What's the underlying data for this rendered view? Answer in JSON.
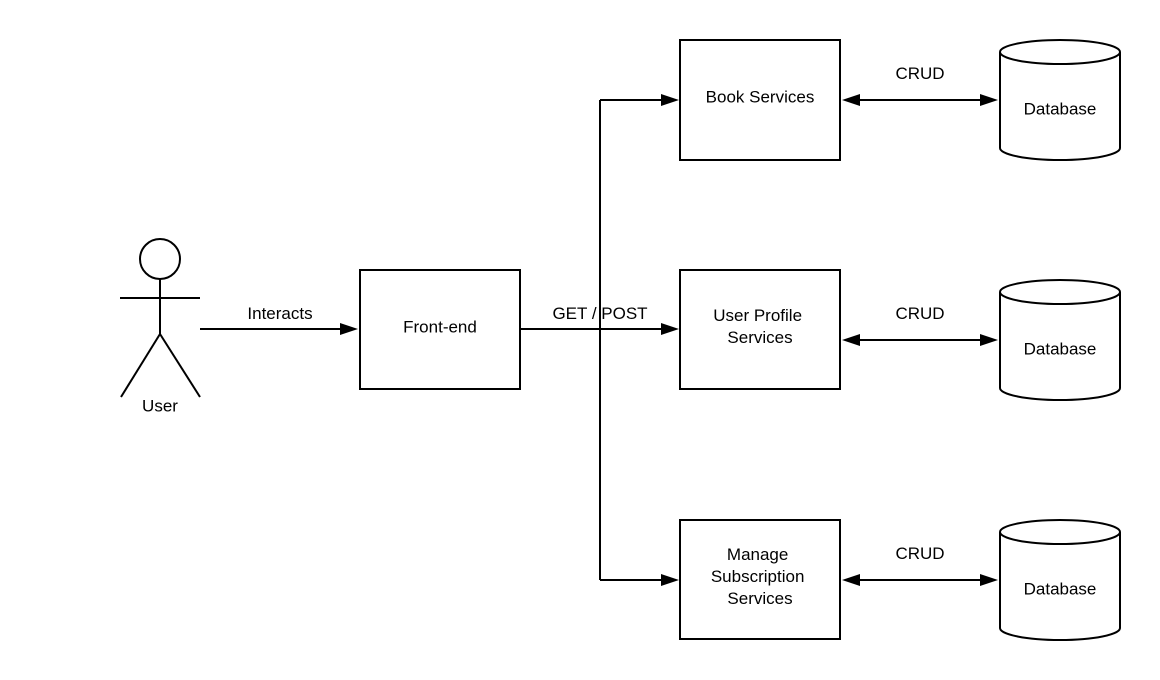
{
  "nodes": {
    "user": {
      "label": "User"
    },
    "frontend": {
      "label": "Front-end"
    },
    "book_services": {
      "label": "Book Services"
    },
    "user_profile_services": {
      "lines": [
        "User Profile",
        "Services"
      ]
    },
    "manage_subscription_services": {
      "lines": [
        "Manage",
        "Subscription",
        "Services"
      ]
    },
    "database_1": {
      "label": "Database"
    },
    "database_2": {
      "label": "Database"
    },
    "database_3": {
      "label": "Database"
    }
  },
  "edges": {
    "interacts": {
      "label": "Interacts"
    },
    "get_post": {
      "label": "GET / POST"
    },
    "crud_1": {
      "label": "CRUD"
    },
    "crud_2": {
      "label": "CRUD"
    },
    "crud_3": {
      "label": "CRUD"
    }
  },
  "colors": {
    "stroke": "#000000",
    "fill": "#ffffff",
    "text": "#000000"
  }
}
